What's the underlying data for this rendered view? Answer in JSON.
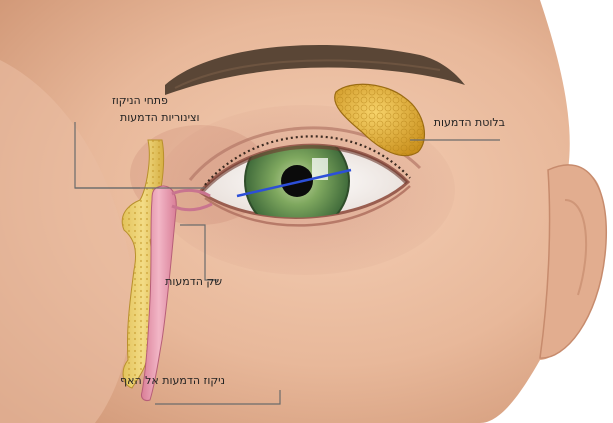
{
  "labels": {
    "puncta_line1": "פתחי הניקוז",
    "puncta_line2": "וצינוריות הדמעות",
    "lacrimal_gland": "בלוטת הדמעות",
    "lacrimal_sac": "שק הדמעות",
    "nasolacrimal_duct": "ניקוז הדמעות אל האף"
  },
  "colors": {
    "skin": "#e8b89a",
    "skin_shadow": "#d39a7c",
    "gland": "#e8b43a",
    "sac": "#e89ab0",
    "iris": "#6f9a5a",
    "leader_line": "#6b6b6b",
    "axis_line": "#2c4fd8"
  }
}
